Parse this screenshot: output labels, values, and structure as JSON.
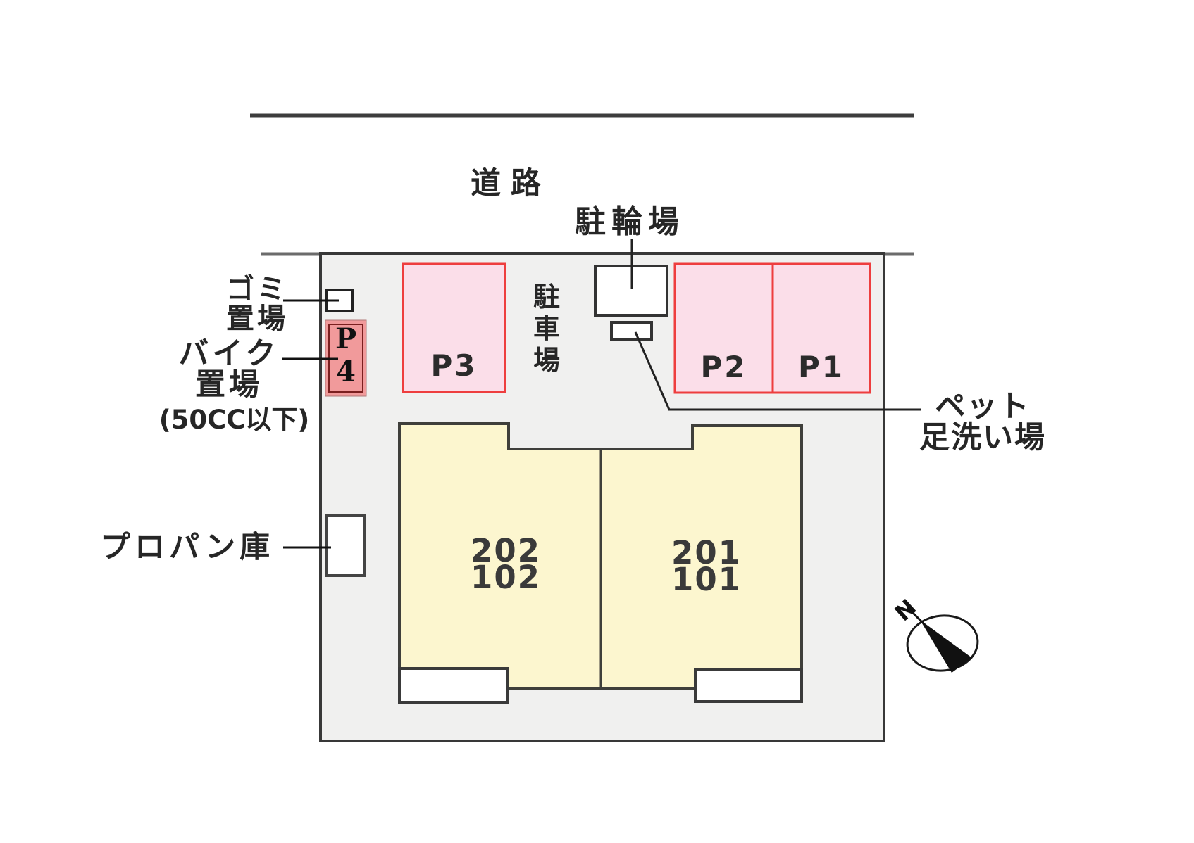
{
  "road": {
    "label": "道路"
  },
  "bicycle_parking": {
    "label": "駐輪場"
  },
  "parking_area": {
    "chars": [
      "駐",
      "車",
      "場"
    ]
  },
  "spaces": {
    "p1": "P1",
    "p2": "P2",
    "p3": "P3",
    "p4_line1": "P",
    "p4_line2": "4"
  },
  "garbage": {
    "line1": "ゴミ",
    "line2": "置場"
  },
  "bike_area": {
    "line1": "バイク",
    "line2": "置場",
    "note": "(50CC以下)"
  },
  "propane": {
    "label": "プロパン庫"
  },
  "pet_wash": {
    "line1": "ペット",
    "line2": "足洗い場"
  },
  "units": {
    "left": {
      "line1": "202",
      "line2": "102"
    },
    "right": {
      "line1": "201",
      "line2": "101"
    }
  },
  "compass": {
    "label": "N"
  },
  "colors": {
    "parking_fill": "#fbdee9",
    "parking_border": "#ee3e3e",
    "moto_fill": "#f19a9b",
    "moto_border": "#7a1f1f",
    "building_fill": "#fcf6cf",
    "building_border": "#3f3f3b",
    "plot_fill": "#f0f0ef",
    "plot_border": "#383838",
    "line_color": "#111111"
  }
}
